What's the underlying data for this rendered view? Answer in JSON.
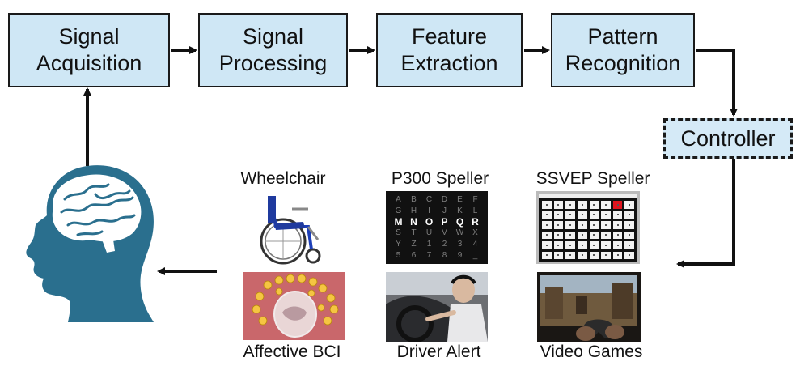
{
  "pipeline": [
    {
      "line1": "Signal",
      "line2": "Acquisition"
    },
    {
      "line1": "Signal",
      "line2": "Processing"
    },
    {
      "line1": "Feature",
      "line2": "Extraction"
    },
    {
      "line1": "Pattern",
      "line2": "Recognition"
    }
  ],
  "controller": "Controller",
  "applications": {
    "wheelchair": "Wheelchair",
    "p300": "P300 Speller",
    "ssvep": "SSVEP Speller",
    "affective": "Affective BCI",
    "driver": "Driver Alert",
    "games": "Video Games"
  },
  "p300_grid": [
    [
      "A",
      "B",
      "C",
      "D",
      "E",
      "F"
    ],
    [
      "G",
      "H",
      "I",
      "J",
      "K",
      "L"
    ],
    [
      "M",
      "N",
      "O",
      "P",
      "Q",
      "R"
    ],
    [
      "S",
      "T",
      "U",
      "V",
      "W",
      "X"
    ],
    [
      "Y",
      "Z",
      "1",
      "2",
      "3",
      "4"
    ],
    [
      "5",
      "6",
      "7",
      "8",
      "9",
      "_"
    ]
  ],
  "colors": {
    "box_fill": "#cfe7f5",
    "head": "#2a6f8e",
    "ssvep_highlight": "#e0141e",
    "affective_bg": "#c9676b"
  }
}
